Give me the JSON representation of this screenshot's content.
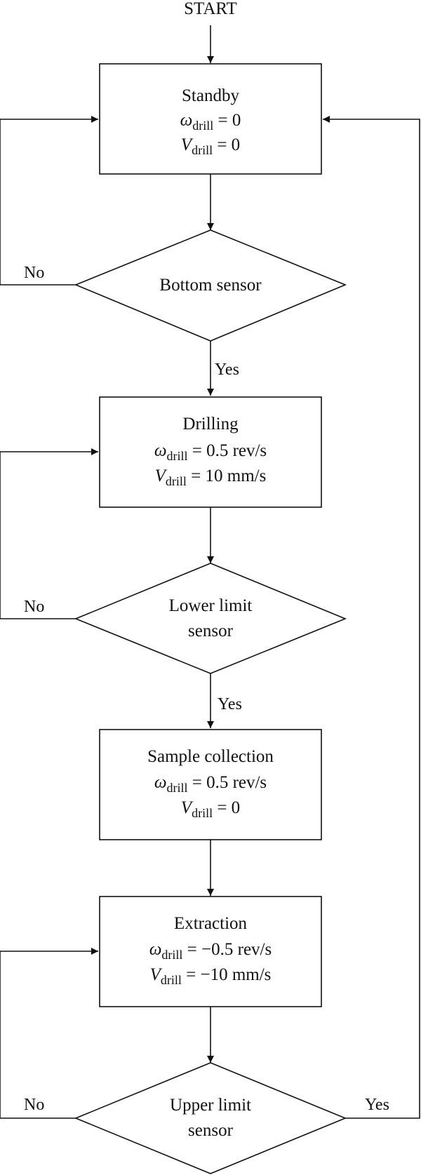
{
  "start_label": "START",
  "standby": {
    "title": "Standby",
    "omega_symbol": "ω",
    "v_symbol": "V",
    "subscript": "drill",
    "omega_value": " = 0",
    "v_value": " = 0"
  },
  "bottom_sensor": {
    "label": "Bottom sensor",
    "no_label": "No",
    "yes_label": "Yes"
  },
  "drilling": {
    "title": "Drilling",
    "omega_symbol": "ω",
    "v_symbol": "V",
    "subscript": "drill",
    "omega_value": " = 0.5 rev/s",
    "v_value": " = 10 mm/s"
  },
  "lower_limit_sensor": {
    "line1": "Lower limit",
    "line2": "sensor",
    "no_label": "No",
    "yes_label": "Yes"
  },
  "sample_collection": {
    "title": "Sample collection",
    "omega_symbol": "ω",
    "v_symbol": "V",
    "subscript": "drill",
    "omega_value": " = 0.5 rev/s",
    "v_value": " = 0"
  },
  "extraction": {
    "title": "Extraction",
    "omega_symbol": "ω",
    "v_symbol": "V",
    "subscript": "drill",
    "omega_value": " = −0.5 rev/s",
    "v_value": " = −10 mm/s"
  },
  "upper_limit_sensor": {
    "line1": "Upper limit",
    "line2": "sensor",
    "no_label": "No",
    "yes_label": "Yes"
  }
}
